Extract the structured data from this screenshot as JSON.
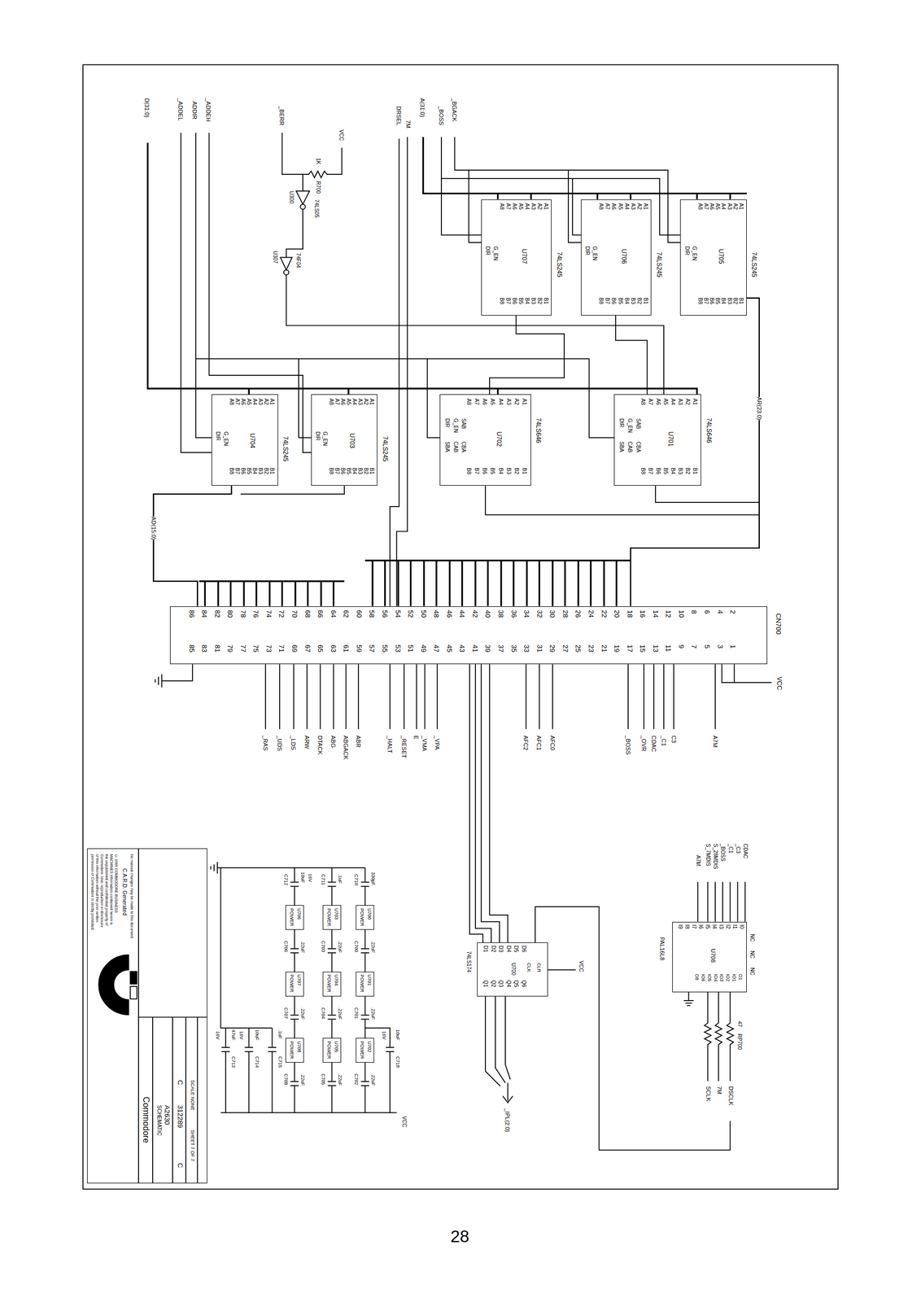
{
  "diagram": {
    "nodes": [
      {
        "text": [
          "74LS245",
          "U705",
          "A1 A2 A3 A4 A5 A6 A7 A8",
          "B1 B2 B3 B4 B5 B6 B7 B8",
          "DIR",
          "G_EN"
        ]
      },
      {
        "text": [
          "74LS245",
          "U706",
          "A1 A2 A3 A4 A5 A6 A7 A8",
          "B1 B2 B3 B4 B5 B6 B7 B8",
          "DIR",
          "G_EN"
        ]
      },
      {
        "text": [
          "74LS245",
          "U707",
          "A1 A2 A3 A4 A5 A6 A7 A8",
          "B1 B2 B3 B4 B5 B6 B7 B8",
          "DIR",
          "G_EN"
        ]
      },
      {
        "text": [
          "74LS646",
          "U701",
          "A1 A2 A3 A4 A5 A6 A7 A8",
          "B1 B2 B3 B4 B5 B6 B7 B8",
          "DIR",
          "G_EN",
          "SAB",
          "SBA",
          "CAB",
          "CBA"
        ]
      },
      {
        "text": [
          "74LS646",
          "U702",
          "A1 A2 A3 A4 A5 A6 A7 A8",
          "B1 B2 B3 B4 B5 B6 B7 B8",
          "DIR",
          "G_EN",
          "SAB",
          "SBA",
          "CAB",
          "CBA"
        ]
      },
      {
        "text": [
          "74LS245",
          "U703",
          "A1 A2 A3 A4 A5 A6 A7 A8",
          "B1 B2 B3 B4 B5 B6 B7 B8",
          "DIR",
          "G_EN"
        ]
      },
      {
        "text": [
          "74LS245",
          "U704",
          "A1 A2 A3 A4 A5 A6 A7 A8",
          "B1 B2 B3 B4 B5 B6 B7 B8",
          "DIR",
          "G_EN"
        ]
      },
      {
        "text": [
          "CN700",
          "2 4 6 8 10 12 14 16 18 20 22 24 26 28 30 32 34 36 38 40 42 44 46 48 50 52 54 56 58 60 62 64 66 68 70 72 74 76 78 80 82 84 86",
          "1 3 5 7 9 11 13 15 17 19 21 23 25 27 29 31 33 35 37 39 41 43 45 47 49 51 53 55 57 59 61 63 65 67 69 71 73 75 77 79 81 83 85"
        ]
      },
      {
        "text": [
          "PAL16L8",
          "U708",
          "I0 I1 I2 I3 I4 I5 I6 I7 I8 I9",
          "O1 IO1 IO2 IO3 IO4 IO5 IO6 O8"
        ]
      },
      {
        "text": [
          "74LS174",
          "U700",
          "D6 D5 D4 D3 D2 D1",
          "Q6 Q5 Q4 Q3 Q2 Q1",
          "CLK",
          "CLR"
        ]
      },
      {
        "text": [
          "U700",
          "POWER"
        ]
      },
      {
        "text": [
          "U701",
          "POWER"
        ]
      },
      {
        "text": [
          "U702",
          "POWER"
        ]
      },
      {
        "text": [
          "U703",
          "POWER"
        ]
      },
      {
        "text": [
          "U704",
          "POWER"
        ]
      },
      {
        "text": [
          "U705",
          "POWER"
        ]
      },
      {
        "text": [
          "U706",
          "POWER"
        ]
      },
      {
        "text": [
          "U707",
          "POWER"
        ]
      },
      {
        "text": [
          "U708",
          "POWER"
        ]
      },
      {
        "text": [
          "© 1989 COMMODORE BUSINESS MACHINES Information contained herein is the unpublished and confidential property of Commodore. Use, reproduction or disclosure of this information without the prior written permission of Commodore is strictly prohibited.",
          "C.A.R.D. Generated",
          "No manual changes may be made to this document",
          "Commodore",
          "SCHEMATIC",
          "A2630",
          "C",
          "312289",
          "C",
          "SCALE NONE",
          "SHEET 7 OF 7"
        ]
      }
    ],
    "edges": [
      {
        "from": 0,
        "to": 7,
        "arrow": "none",
        "label": "AR(23:0)"
      },
      {
        "from": 6,
        "to": 7,
        "arrow": "none",
        "label": "AD(15:0)"
      }
    ],
    "labels": [
      "_BGACK",
      "_BOSS",
      "A(31:0)",
      "7M",
      "DRSEL",
      "D(31:0)",
      "_ADDEH",
      "ADDIR",
      "_ADDEL",
      "_BERR",
      "VCC",
      "1K",
      "R700",
      "74LS05",
      "U300",
      "74F04",
      "U307",
      "_RAS",
      "_UDS",
      "_LDS",
      "ARW",
      "DTACK",
      "ABG",
      "ABGACK",
      "ABR",
      "_HALT",
      "_RESET",
      "E",
      "_VMA",
      "_VPA",
      "AFC2",
      "AFC1",
      "AFC0",
      "_BOSS",
      "_OVR",
      "CDAC",
      "_C1",
      "C3",
      "A7M",
      "VCC",
      "CDAC",
      "_C3",
      "_C1",
      "_BOSS",
      "S_28MDIS",
      "S_7MDIS",
      "A7M",
      "NC",
      "NC",
      "NC",
      "47",
      "RP700",
      "DSCLK",
      "7M",
      "SCLK",
      "VCC",
      "_IPL(2:0)",
      "C710",
      "330pF",
      "C700",
      ".22uF",
      "C701",
      ".22uF",
      "C702",
      ".22uF",
      "C711",
      ".1uF",
      "C703",
      ".22uF",
      "C704",
      ".22uF",
      "C705",
      ".22uF",
      "C712",
      "10uF",
      "16V",
      "C706",
      ".22uF",
      "C707",
      ".22uF",
      "C708",
      ".22uF",
      "C713",
      "47uF",
      "16V",
      "C714",
      "10uF",
      "16V",
      "C715",
      ".1uF",
      "C718",
      "10uF",
      "16V",
      "VCC",
      "28"
    ]
  }
}
